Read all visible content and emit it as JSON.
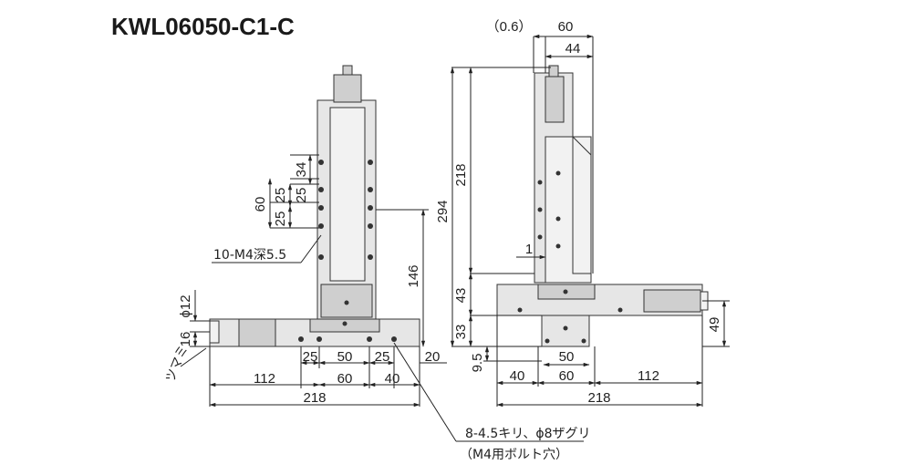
{
  "title": "KWL06050-C1-C",
  "front_view": {
    "dims": {
      "d34": "34",
      "d25a": "25",
      "d25b": "25",
      "d25c": "25",
      "d60v": "60",
      "d146": "146",
      "phi12": "ϕ12",
      "d16": "16",
      "knob": "ツマミ",
      "d25_left": "25",
      "d50": "50",
      "d25_right": "25",
      "d20": "20",
      "d112": "112",
      "d60h": "60",
      "d40": "40",
      "d218": "218"
    },
    "tap_note": "10-M4深5.5",
    "hole_note_1": "8-4.5キリ、ϕ8ザグリ",
    "hole_note_2": "（M4用ボルト穴）"
  },
  "side_view": {
    "dims": {
      "d06": "（0.6）",
      "d60": "60",
      "d44": "44",
      "d218": "218",
      "d294": "294",
      "d1": "1",
      "d43": "43",
      "d33": "33",
      "d95": "9.5",
      "d49": "49",
      "d50": "50",
      "d40": "40",
      "d60b": "60",
      "d112": "112",
      "d218b": "218"
    }
  }
}
